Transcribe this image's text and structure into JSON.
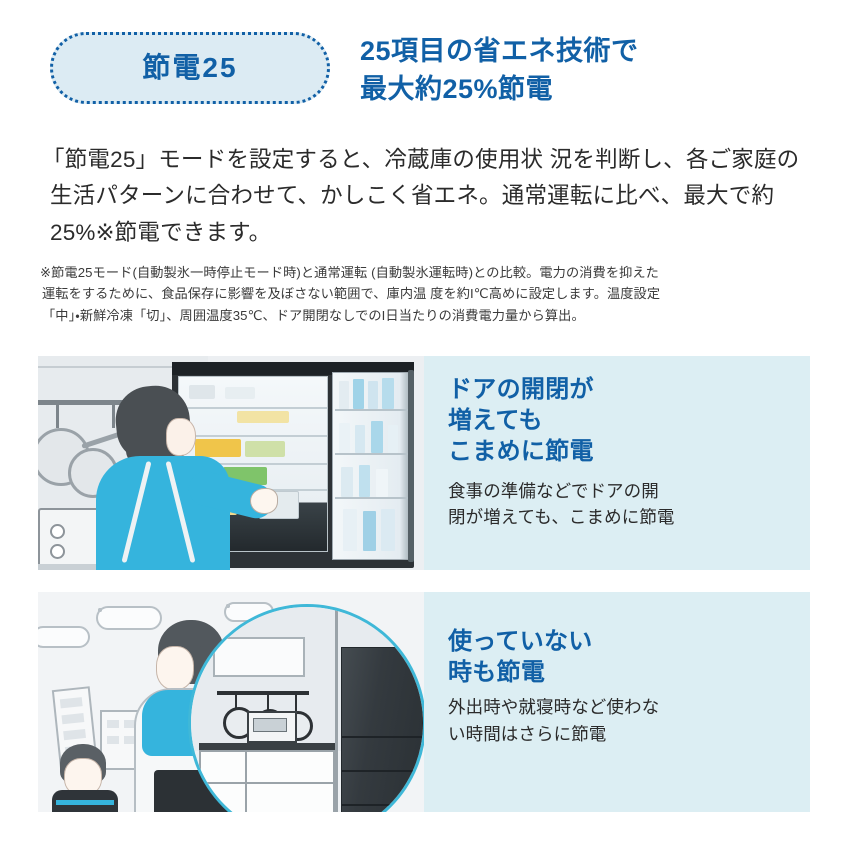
{
  "header": {
    "badge_label": "節電25",
    "headline_line1": "25項目の省エネ技術で",
    "headline_line2": "最大約25%節電",
    "accent_color": "#1160a6",
    "badge_bg": "#dcebf3"
  },
  "lead": {
    "line1": "「節電25」モードを設定すると、冷蔵庫の使用状 況を判断し、各ご家庭の",
    "line2": "生活パターンに合わせて、かしこく省エネ。通常運転に比べ、最大で約",
    "line3": "25%※節電できます。"
  },
  "footnote": {
    "line1": "※節電25モード(自動製氷一時停止モード時)と通常運転 (自動製氷運転時)との比較。電力の消費を抑えた",
    "line2": "運転をするために、食品保存に影響を及ぼさない範囲で、庫内温 度を約I℃高めに設定します。温度設定",
    "line3": "「中」・新鮮冷凍「切」、周囲温度35℃、ドア開閉なしでのI日当たりの消費電力量から算出。"
  },
  "panels": [
    {
      "title_line1": "ドアの開閉が",
      "title_line2": "増えても",
      "title_line3": "こまめに節電",
      "desc_line1": "食事の準備などでドアの開",
      "desc_line2": "閉が増えても、こまめに節電",
      "bg_color": "#dceef3",
      "illustration": "woman-opening-refrigerator"
    },
    {
      "title_line1": "使っていない",
      "title_line2": "時も節電",
      "desc_line1": "外出時や就寝時など使わな",
      "desc_line2": "い時間はさらに節電",
      "bg_color": "#dceef3",
      "illustration": "mother-and-child-outside-with-kitchen-inset"
    }
  ]
}
